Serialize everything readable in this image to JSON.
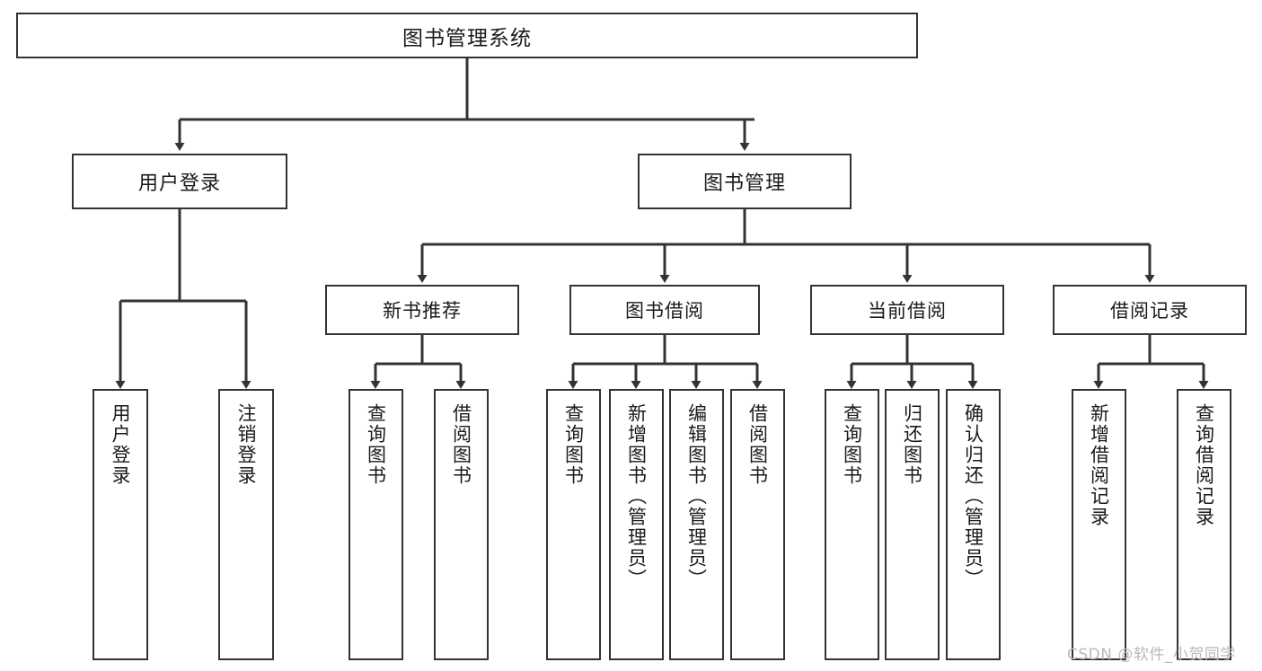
{
  "diagram": {
    "title": "图书管理系统",
    "type": "tree",
    "watermark": "CSDN @软件_小贺同学",
    "colors": {
      "box_border": "#333333",
      "box_fill": "#ffffff",
      "edge": "#333333",
      "text": "#1a1a1a",
      "watermark": "#b9b9b9"
    },
    "root": {
      "label": "图书管理系统"
    },
    "level2": [
      {
        "label": "用户登录"
      },
      {
        "label": "图书管理"
      }
    ],
    "level3": [
      {
        "label": "新书推荐"
      },
      {
        "label": "图书借阅"
      },
      {
        "label": "当前借阅"
      },
      {
        "label": "借阅记录"
      }
    ],
    "leaves": {
      "user_login": [
        {
          "label": "用户登录"
        },
        {
          "label": "注销登录"
        }
      ],
      "new_book_recommend": [
        {
          "label": "查询图书"
        },
        {
          "label": "借阅图书"
        }
      ],
      "book_borrow": [
        {
          "label": "查询图书"
        },
        {
          "label": "新增图书（管理员）"
        },
        {
          "label": "编辑图书（管理员）"
        },
        {
          "label": "借阅图书"
        }
      ],
      "current_borrow": [
        {
          "label": "查询图书"
        },
        {
          "label": "归还图书"
        },
        {
          "label": "确认归还（管理员）"
        }
      ],
      "borrow_record": [
        {
          "label": "新增借阅记录"
        },
        {
          "label": "查询借阅记录"
        }
      ]
    }
  }
}
